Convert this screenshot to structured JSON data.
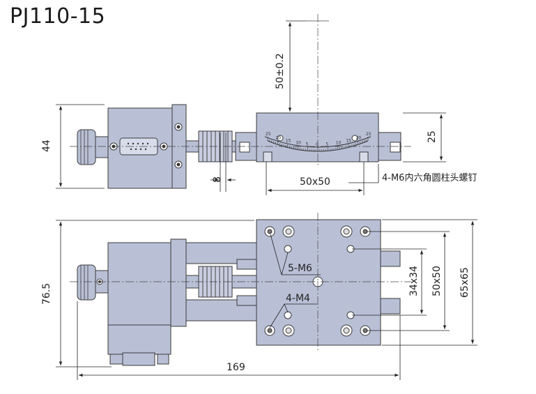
{
  "title": "PJ110-15",
  "dimensions": {
    "height_44": "44",
    "travel": "50±0.2",
    "height_25": "25",
    "gap_8": "8",
    "mount_50x50": "50x50",
    "screw_note": "4-M6内六角圆柱头螺钉",
    "height_76_5": "76.5",
    "length_169": "169",
    "thread_5m6": "5-M6",
    "thread_4m4": "4-M4",
    "pitch_34x34": "34x34",
    "pitch_50x50": "50x50",
    "size_65x65": "65x65"
  },
  "scale_labels": [
    "25",
    "20",
    "15",
    "10",
    "5",
    "0",
    "5",
    "10",
    "15",
    "20",
    "25"
  ],
  "colors": {
    "body": "#b9c0d6",
    "body_dark": "#9aa2bc",
    "outline": "#3a3a3a",
    "line": "#222222"
  }
}
